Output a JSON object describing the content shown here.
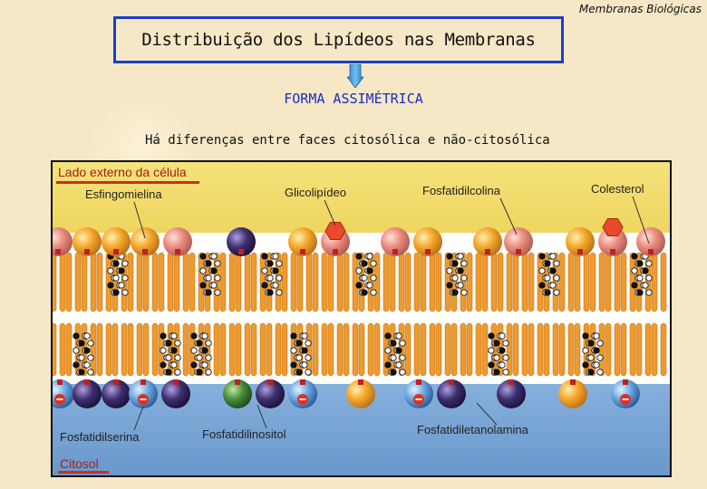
{
  "header_tag": "Membranas Biológicas",
  "title": "Distribuição dos Lipídeos nas Membranas",
  "subtitle": "FORMA ASSIMÉTRICA",
  "description": "Há diferenças entre faces citosólica e não-citosólica",
  "figure": {
    "outside_label": "Lado externo da célula",
    "inside_label": "Citosol",
    "top_labels": [
      "Esfingomielina",
      "Glicolipídeo",
      "Fosfatidilcolina",
      "Colesterol"
    ],
    "bottom_labels": [
      "Fosfatidilserina",
      "Fosfatidilinositol",
      "Fosfatidiletanolamina"
    ],
    "colors": {
      "outer_bg": "#f3df6a",
      "inner_bg": "#7aa6d8",
      "tail": "#ee9a2e",
      "head_orange": "#f4a62a",
      "head_pink": "#ea8a7e",
      "head_purple": "#4a3a7a",
      "head_blue": "#6aa6e0",
      "head_green": "#4a8a3a",
      "sugar": "#e84a2a",
      "underline": "#c83020"
    }
  }
}
